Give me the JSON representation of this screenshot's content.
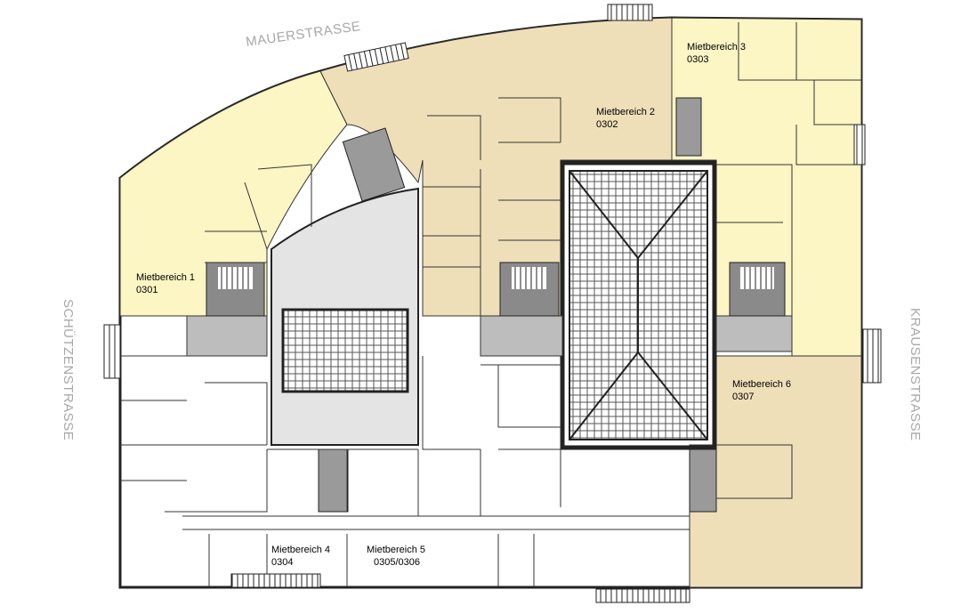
{
  "streets": {
    "north": "MAUERSTRASSE",
    "west": "SCHÜTZENSTRASSE",
    "east": "KRAUSENSTRASSE"
  },
  "units": [
    {
      "name": "Mietbereich 1",
      "number": "0301"
    },
    {
      "name": "Mietbereich 2",
      "number": "0302"
    },
    {
      "name": "Mietbereich 3",
      "number": "0303"
    },
    {
      "name": "Mietbereich 4",
      "number": "0304"
    },
    {
      "name": "Mietbereich 5",
      "number": "0305/0306"
    },
    {
      "name": "Mietbereich 6",
      "number": "0307"
    }
  ],
  "colors": {
    "light_yellow": "#fcf5c4",
    "tan": "#efdfb9",
    "core_gray": "#bdbdbd",
    "atrium_gray": "#e4e4e4",
    "street_text": "#a8a8a8"
  }
}
